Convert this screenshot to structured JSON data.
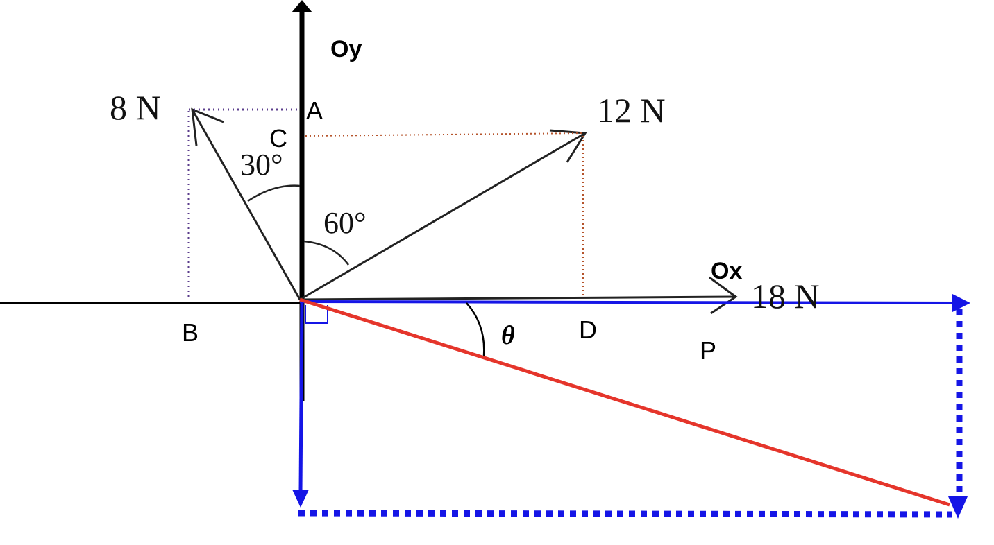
{
  "labels": {
    "axis_y": "Oy",
    "axis_x": "Ox",
    "point_a": "A",
    "point_b": "B",
    "point_c": "C",
    "point_d": "D",
    "point_p": "P",
    "force_8": "8 N",
    "force_12": "12 N",
    "force_18": "18 N",
    "angle_30": "30°",
    "angle_60": "60°",
    "angle_theta": "θ"
  },
  "forces": [
    {
      "magnitude": "8 N",
      "angle_from_oy_deg": 30,
      "side": "left"
    },
    {
      "magnitude": "12 N",
      "angle_from_oy_deg": 60,
      "side": "right"
    },
    {
      "magnitude": "18 N",
      "angle_from_ox_deg": 0
    }
  ],
  "colors": {
    "axes": "#000000",
    "force_vectors": "#111111",
    "projection_8n": "#5b3d8c",
    "projection_12n": "#b5532b",
    "resultant_components": "#1515e6",
    "resultant": "#e5352b"
  }
}
